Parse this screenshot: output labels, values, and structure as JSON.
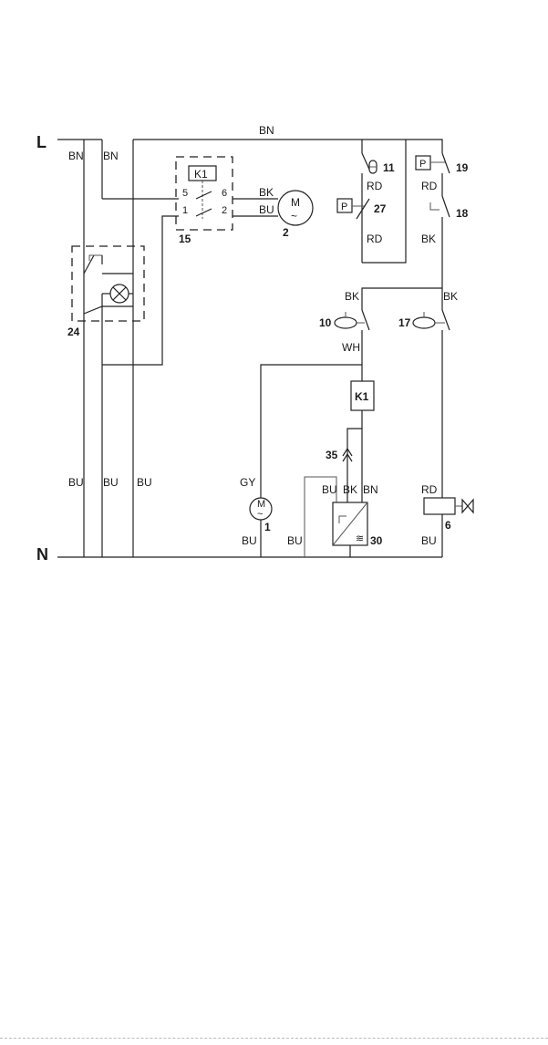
{
  "terminals": {
    "line": "L",
    "neutral": "N"
  },
  "wire_colors": {
    "bn_top": "BN",
    "bn_l1": "BN",
    "bn_l2": "BN",
    "bk_m2": "BK",
    "bu_m2": "BU",
    "rd_11": "RD",
    "rd_27": "RD",
    "rd_19": "RD",
    "bk_18": "BK",
    "bk_10": "BK",
    "bk_17": "BK",
    "wh_10": "WH",
    "bu_n1": "BU",
    "bu_n2": "BU",
    "bu_n3": "BU",
    "gy_m1": "GY",
    "bu_m1": "BU",
    "bu_30a": "BU",
    "bk_30": "BK",
    "bn_30": "BN",
    "bu_30b": "BU",
    "rd_6": "RD",
    "bu_6": "BU"
  },
  "components": {
    "c1": "1",
    "c2": "2",
    "c6": "6",
    "c10": "10",
    "c11": "11",
    "c15": "15",
    "c17": "17",
    "c18": "18",
    "c19": "19",
    "c24": "24",
    "c27": "27",
    "c30": "30",
    "c35": "35",
    "relay": "K1",
    "relay_coil": "K1"
  },
  "relay_terminals": {
    "t5": "5",
    "t6": "6",
    "t1": "1",
    "t2": "2"
  },
  "symbols": {
    "motor_m": "M",
    "pressure_p": "P",
    "motor_tilde": "~"
  }
}
